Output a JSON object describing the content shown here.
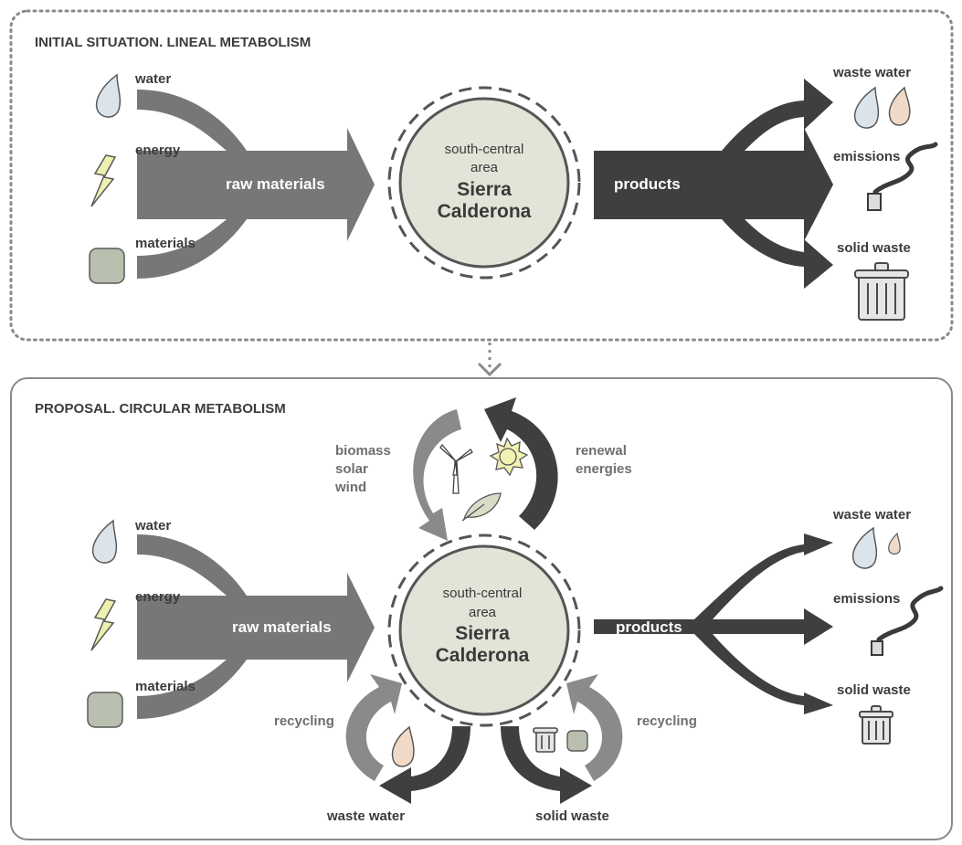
{
  "initial": {
    "title": "INITIAL SITUATION. LINEAL METABOLISM",
    "inputs": {
      "water": "water",
      "energy": "energy",
      "materials": "materials"
    },
    "input_arrow": "raw materials",
    "center": {
      "line1": "south-central",
      "line2": "area",
      "line3": "Sierra",
      "line4": "Calderona"
    },
    "output_arrow": "products",
    "outputs": {
      "waste_water": "waste water",
      "emissions": "emissions",
      "solid_waste": "solid waste"
    }
  },
  "proposal": {
    "title": "PROPOSAL. CIRCULAR METABOLISM",
    "inputs": {
      "water": "water",
      "energy": "energy",
      "materials": "materials"
    },
    "input_arrow": "raw materials",
    "center": {
      "line1": "south-central",
      "line2": "area",
      "line3": "Sierra",
      "line4": "Calderona"
    },
    "output_arrow": "products",
    "outputs": {
      "waste_water": "waste water",
      "emissions": "emissions",
      "solid_waste": "solid waste"
    },
    "renewables_left": [
      "biomass",
      "solar",
      "wind"
    ],
    "renewables_right": [
      "renewal",
      "energies"
    ],
    "recycling_left": "recycling",
    "recycling_right": "recycling",
    "loop_waste_water": "waste water",
    "loop_solid_waste": "solid waste"
  },
  "colors": {
    "input_grey": "#77777a",
    "dark": "#3f3f3f",
    "circle_fill": "#e3e3d8",
    "drop": "#dbe4ea",
    "drop_warm": "#f0d9c6",
    "bolt": "#eef0b0",
    "sun": "#f1f1b3"
  }
}
